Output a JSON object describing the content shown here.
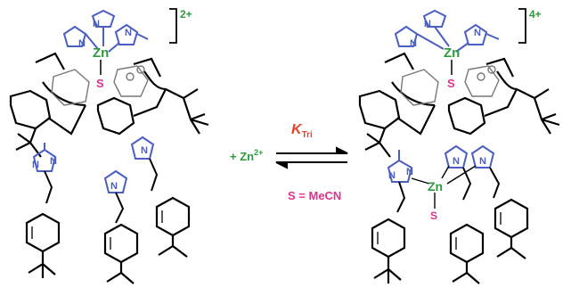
{
  "left_molecule": {
    "charge": "2+",
    "metal": "Zn",
    "solvent_site": "S"
  },
  "right_molecule": {
    "charge": "4+",
    "metal_top": "Zn",
    "solvent_site_top": "S",
    "metal_bottom": "Zn",
    "solvent_site_bottom": "S"
  },
  "reagent": {
    "prefix": "+ Zn",
    "superscript": "2+"
  },
  "equilibrium": {
    "constant_symbol": "K",
    "constant_subscript": "Tri"
  },
  "legend": {
    "text": "S = MeCN"
  },
  "atom_labels": {
    "nitrogen": "N"
  },
  "colors": {
    "zinc": "#2e9a3e",
    "solvent": "#e0338c",
    "nitrogen": "#4a5fc1",
    "constant": "#e8412b",
    "bonds": "#000000"
  }
}
